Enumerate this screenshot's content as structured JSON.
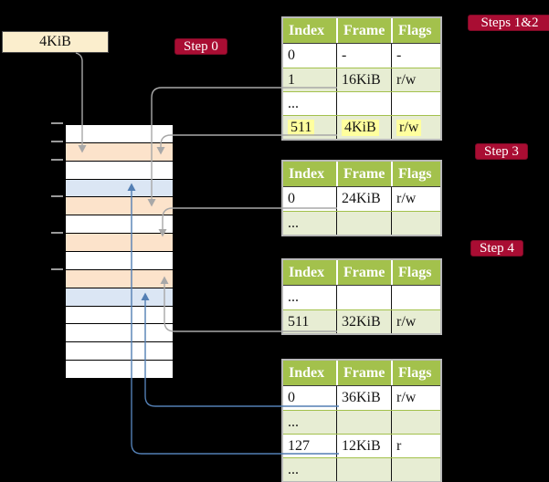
{
  "frame_box": {
    "label": "4KiB"
  },
  "badges": {
    "step0": "Step 0",
    "steps12": "Steps 1&2",
    "step3": "Step 3",
    "step4": "Step 4"
  },
  "memory": {
    "row_fills": [
      "white",
      "peach",
      "white",
      "blue",
      "peach",
      "white",
      "peach",
      "white",
      "peach",
      "blue",
      "white",
      "white",
      "white",
      "white"
    ],
    "row_size_kib": 4,
    "tick_row_indices": [
      0,
      1,
      2,
      4,
      6,
      8
    ]
  },
  "tables": [
    {
      "name": "root-page-table",
      "headers": [
        "Index",
        "Frame",
        "Flags"
      ],
      "rows": [
        {
          "index": "0",
          "frame": "-",
          "flags": "-"
        },
        {
          "index": "1",
          "frame": "16KiB",
          "flags": "r/w",
          "points_to": "16KiB"
        },
        {
          "index": "...",
          "frame": "",
          "flags": ""
        },
        {
          "index": "511",
          "frame": "4KiB",
          "flags": "r/w",
          "points_to": "4KiB",
          "highlight": true
        }
      ]
    },
    {
      "name": "page-table-step3",
      "headers": [
        "Index",
        "Frame",
        "Flags"
      ],
      "rows": [
        {
          "index": "0",
          "frame": "24KiB",
          "flags": "r/w",
          "points_to": "24KiB"
        },
        {
          "index": "...",
          "frame": "",
          "flags": ""
        }
      ]
    },
    {
      "name": "page-table-step4",
      "headers": [
        "Index",
        "Frame",
        "Flags"
      ],
      "rows": [
        {
          "index": "...",
          "frame": "",
          "flags": ""
        },
        {
          "index": "511",
          "frame": "32KiB",
          "flags": "r/w",
          "points_to": "32KiB"
        }
      ]
    },
    {
      "name": "leaf-page-table",
      "headers": [
        "Index",
        "Frame",
        "Flags"
      ],
      "rows": [
        {
          "index": "0",
          "frame": "36KiB",
          "flags": "r/w",
          "points_to": "36KiB"
        },
        {
          "index": "...",
          "frame": "",
          "flags": ""
        },
        {
          "index": "127",
          "frame": "12KiB",
          "flags": "r",
          "points_to": "12KiB"
        },
        {
          "index": "...",
          "frame": "",
          "flags": ""
        }
      ]
    }
  ],
  "connections": [
    {
      "from": "frame-box-4KiB",
      "to": "memory-frame-4KiB",
      "color": "gray"
    },
    {
      "from": "root-page-table.entry-1",
      "to": "memory-frame-16KiB",
      "color": "gray"
    },
    {
      "from": "root-page-table.entry-511",
      "to": "memory-frame-4KiB",
      "color": "gray"
    },
    {
      "from": "page-table-step3.entry-0",
      "to": "memory-frame-24KiB",
      "color": "gray"
    },
    {
      "from": "page-table-step4.entry-511",
      "to": "memory-frame-32KiB",
      "color": "gray"
    },
    {
      "from": "leaf-page-table.entry-0",
      "to": "memory-frame-36KiB",
      "color": "blue"
    },
    {
      "from": "leaf-page-table.entry-127",
      "to": "memory-frame-12KiB",
      "color": "blue"
    }
  ],
  "palette": {
    "background": "#000000",
    "badge_red": "#a90d33",
    "header_green": "#a3c14c",
    "row_green": "#e7edd3",
    "highlight_yellow": "#ffff9e",
    "frame_peach": "#fce3cb",
    "frame_blue": "#dbe6f4",
    "box_cream": "#fbeecd",
    "arrow_gray": "#a8a8a8",
    "arrow_blue": "#537fb4"
  }
}
